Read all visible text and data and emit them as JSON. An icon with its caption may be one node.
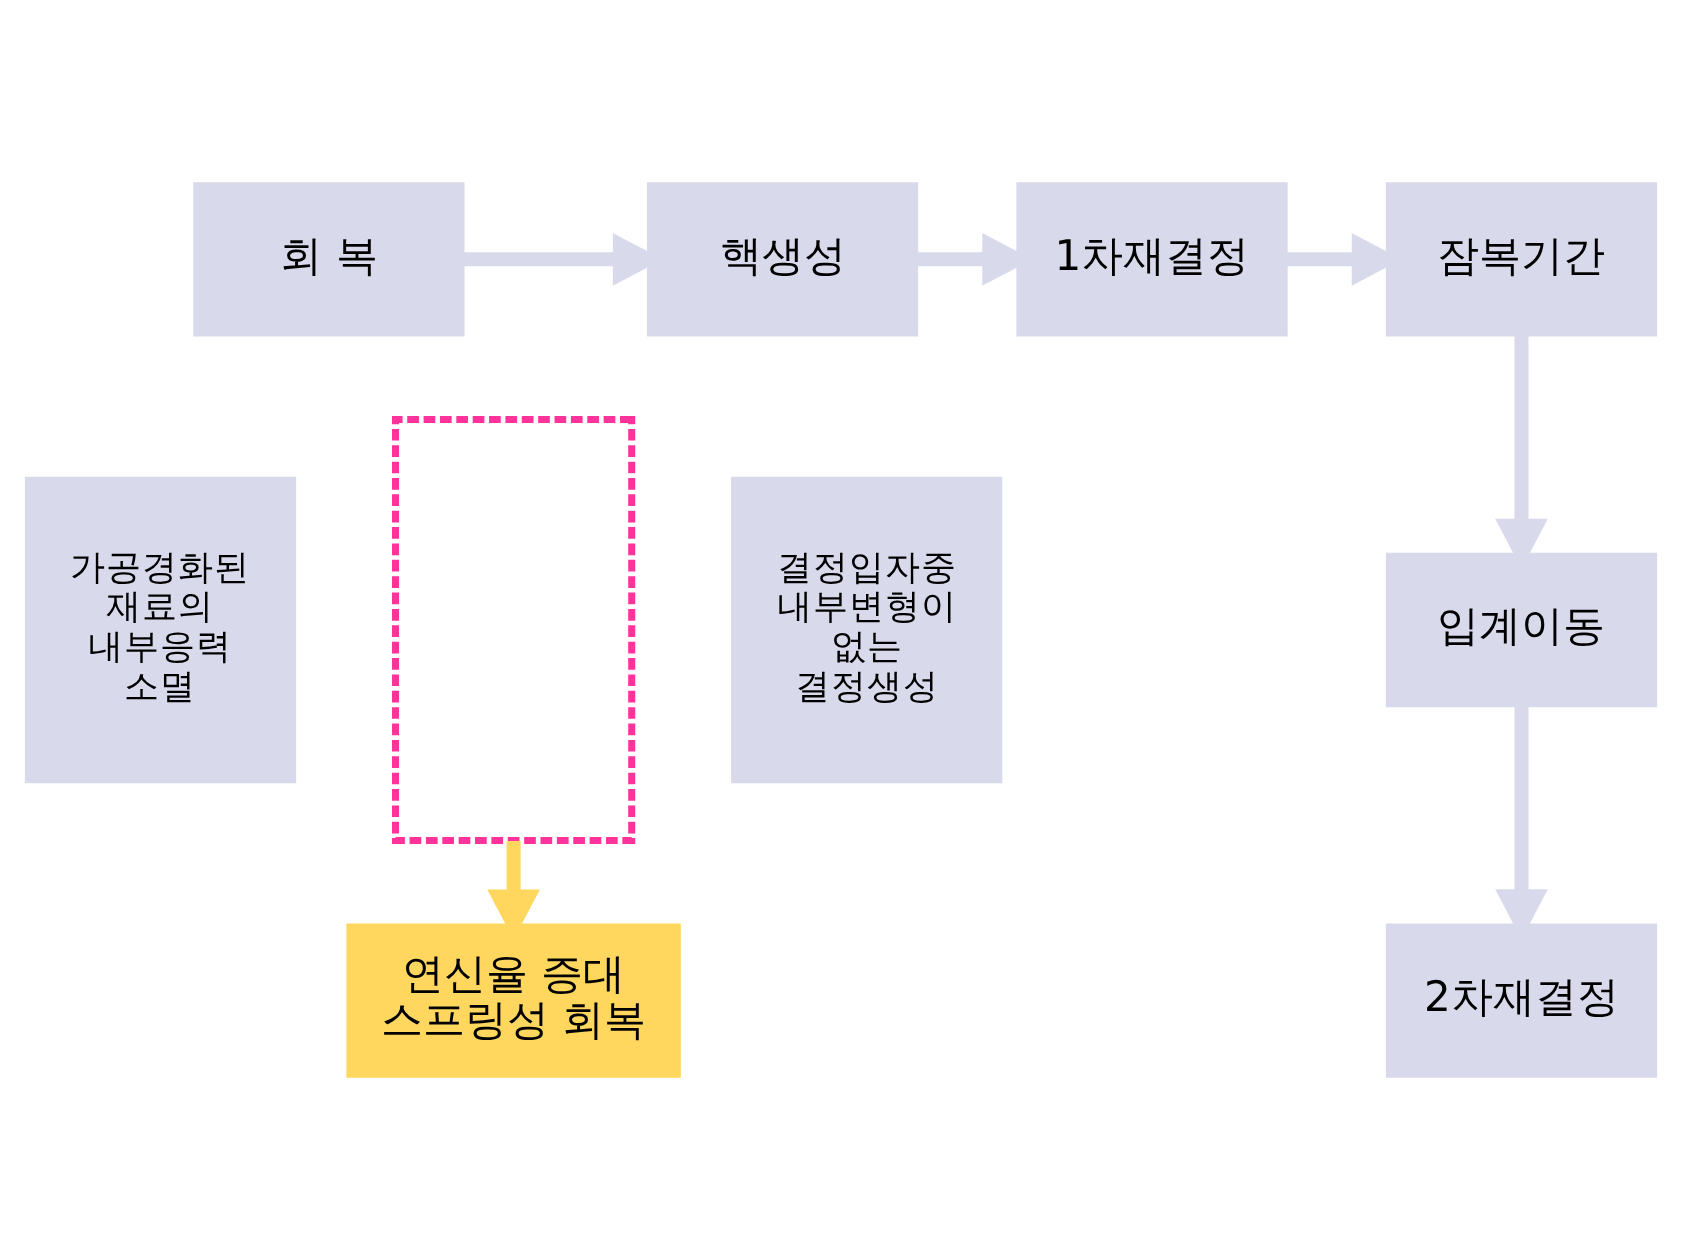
{
  "diagram": {
    "nodes": [
      {
        "text": [
          "회 복"
        ]
      },
      {
        "text": [
          "핵생성"
        ]
      },
      {
        "text": [
          "1차재결정"
        ]
      },
      {
        "text": [
          "잠복기간"
        ]
      },
      {
        "text": [
          "입계이동"
        ]
      },
      {
        "text": [
          "2차재결정"
        ]
      },
      {
        "text": [
          "가공경화된 재료의 내부응력 소멸"
        ]
      },
      {
        "text": [
          "결정입자중 내부변형이 없는 결정생성"
        ]
      },
      {
        "text": [],
        "shape": "box"
      },
      {
        "text": [
          "연신율 증대",
          "스프링성 회복"
        ]
      }
    ],
    "edges": [
      {
        "from": 0,
        "to": 1,
        "arrow": "to"
      },
      {
        "from": 1,
        "to": 2,
        "arrow": "to"
      },
      {
        "from": 2,
        "to": 3,
        "arrow": "to"
      },
      {
        "from": 3,
        "to": 4,
        "arrow": "to"
      },
      {
        "from": 4,
        "to": 5,
        "arrow": "to"
      },
      {
        "from": 8,
        "to": 9,
        "arrow": "to",
        "color": "#ffd75e"
      }
    ]
  }
}
